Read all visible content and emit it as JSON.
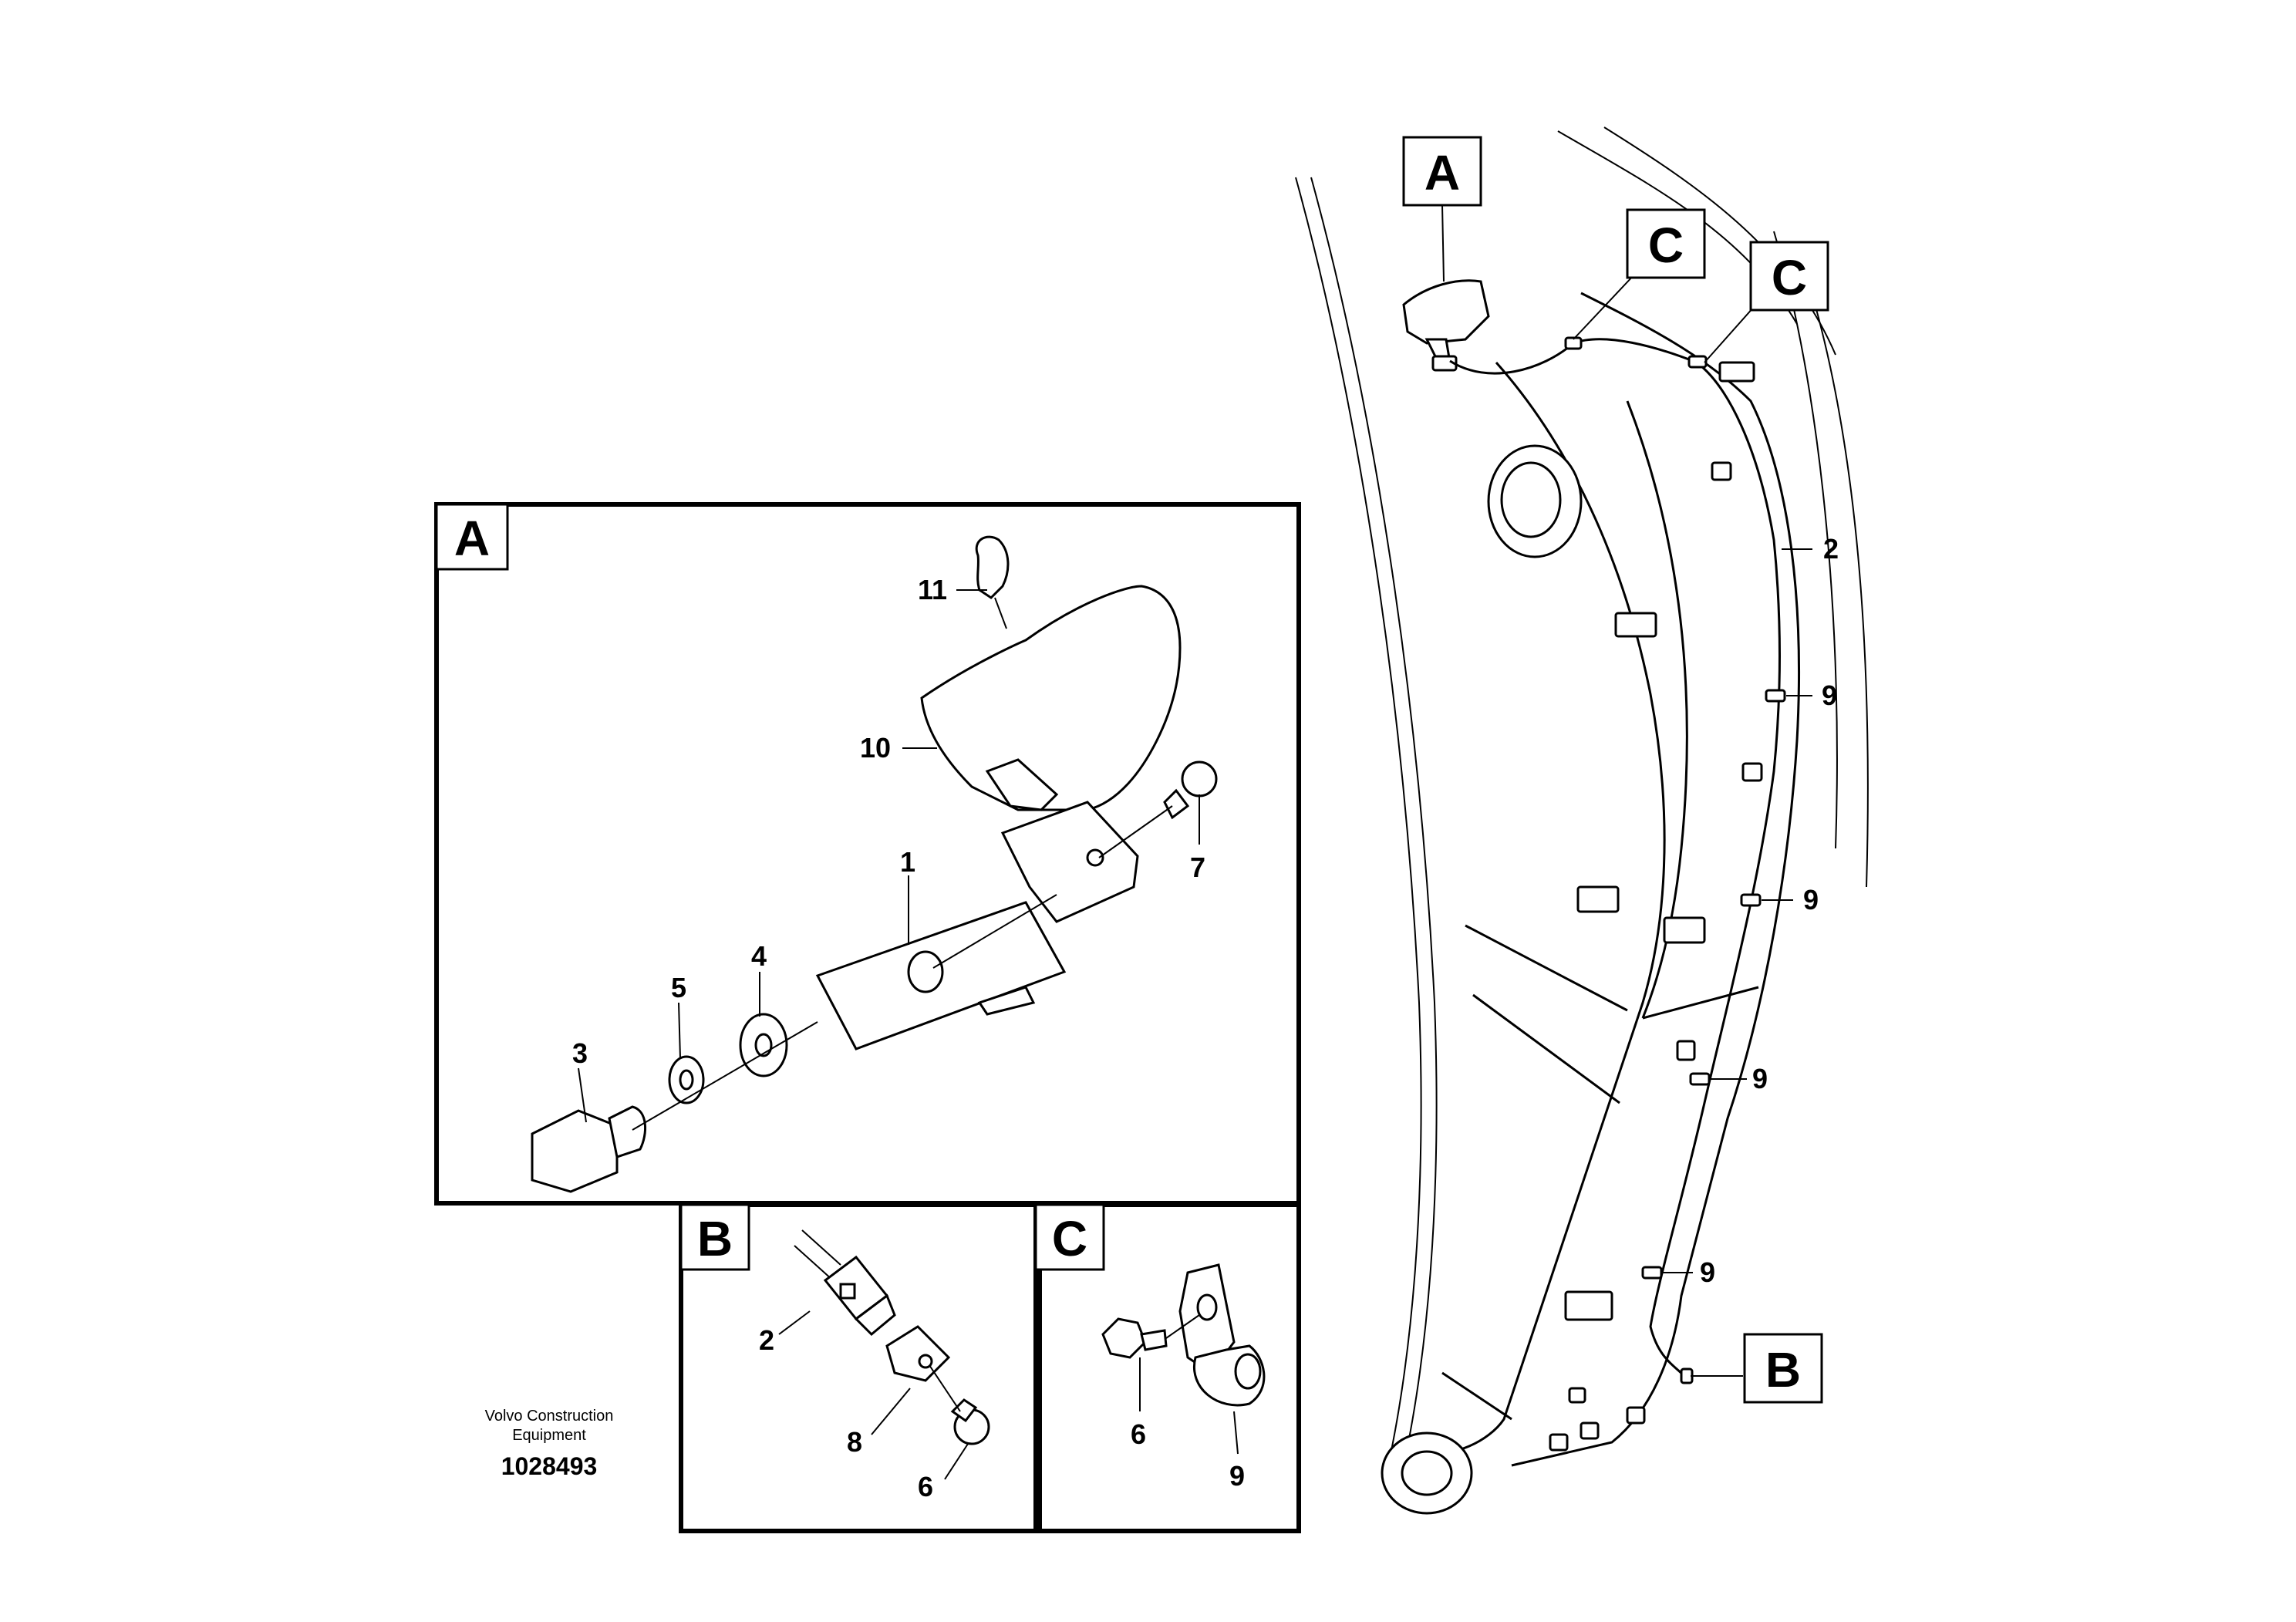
{
  "detail_letters": {
    "a": "A",
    "b": "B",
    "c": "C"
  },
  "part_numbers": {
    "p1": "1",
    "p2": "2",
    "p3": "3",
    "p4": "4",
    "p5": "5",
    "p6": "6",
    "p7": "7",
    "p8": "8",
    "p9": "9",
    "p10": "10",
    "p11": "11"
  },
  "credit": {
    "line1": "Volvo Construction",
    "line2": "Equipment",
    "number": "1028493"
  }
}
